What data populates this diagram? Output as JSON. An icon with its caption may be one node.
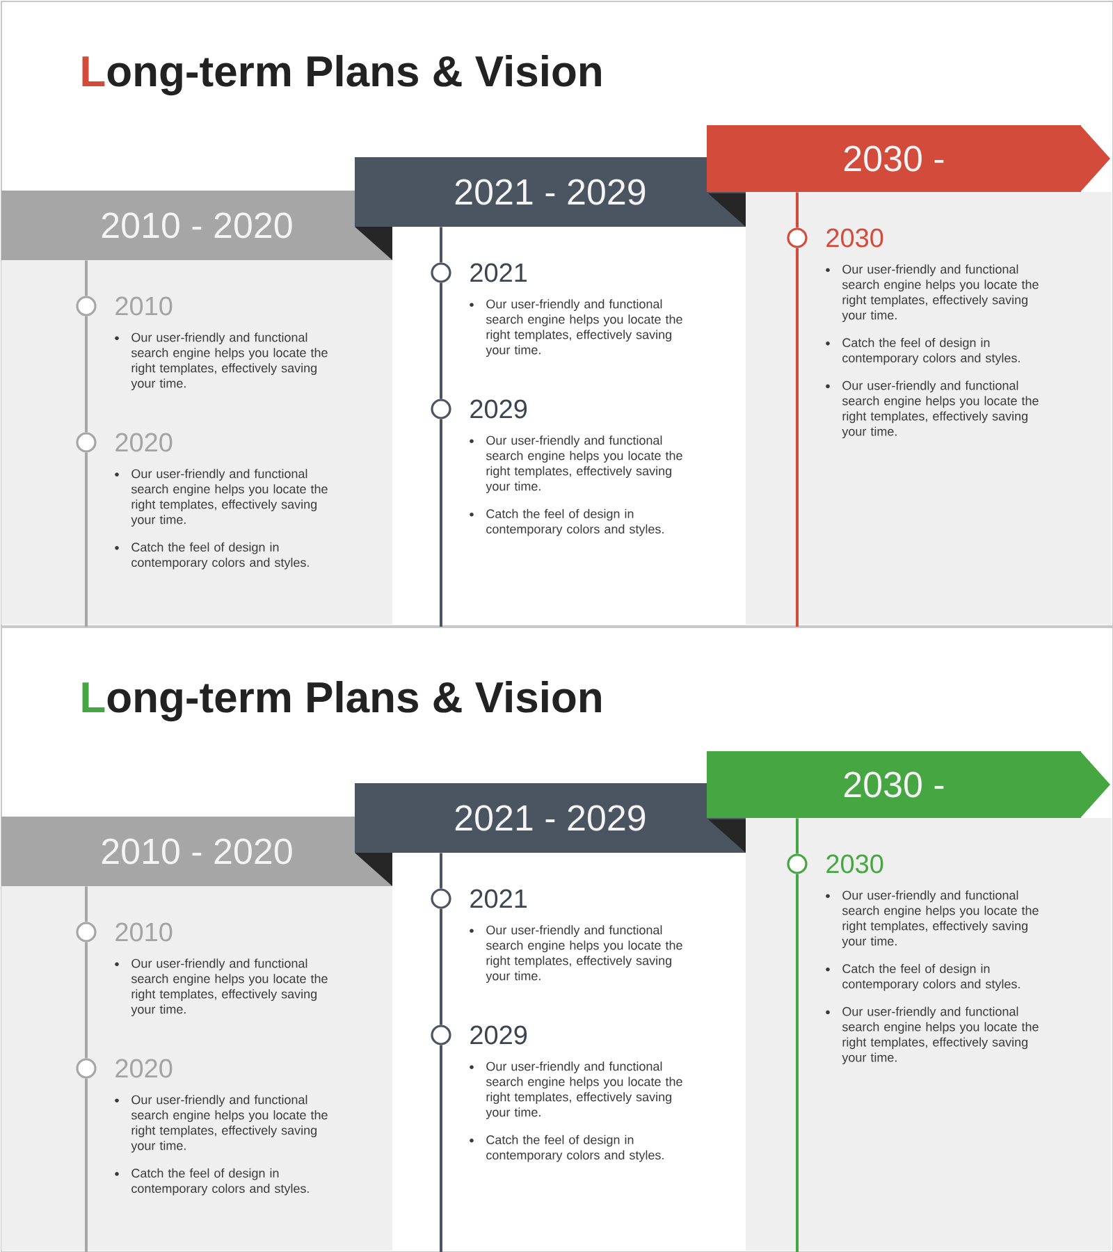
{
  "diagram": {
    "nodes": [
      {
        "text": [
          "Long-term Plans & Vision"
        ]
      },
      {
        "text": [
          "2010 - 2020"
        ],
        "in": 0
      },
      {
        "text": [],
        "shape": "circle",
        "in": 0,
        "beside": [
          "2010",
          "Our user-friendly and functional search engine helps you locate the right templates, effectively saving your time."
        ]
      },
      {
        "text": [],
        "shape": "circle",
        "in": 0,
        "beside": [
          "2020",
          "Our user-friendly and functional search engine helps you locate the right templates, effectively saving your time.",
          "Catch the feel of design in contemporary colors and styles."
        ]
      },
      {
        "text": [
          "2021 - 2029"
        ],
        "in": 0
      },
      {
        "text": [],
        "shape": "circle",
        "in": 0,
        "beside": [
          "2021",
          "Our user-friendly and functional search engine helps you locate the right templates, effectively saving your time."
        ]
      },
      {
        "text": [],
        "shape": "circle",
        "in": 0,
        "beside": [
          "2029",
          "Our user-friendly and functional search engine helps you locate the right templates, effectively saving your time.",
          "Catch the feel of design in contemporary colors and styles."
        ]
      },
      {
        "text": [
          "2030 -"
        ],
        "in": 0
      },
      {
        "text": [],
        "shape": "circle",
        "in": 0,
        "beside": [
          "2030",
          "Our user-friendly and functional search engine helps you locate the right templates, effectively saving your time.",
          "Catch the feel of design in contemporary colors and styles.",
          "Our user-friendly and functional search engine helps you locate the right templates, effectively saving your time."
        ]
      },
      {
        "text": [
          "Long-term Plans & Vision"
        ]
      },
      {
        "text": [
          "2010 - 2020"
        ],
        "in": 9
      },
      {
        "text": [],
        "shape": "circle",
        "in": 9,
        "beside": [
          "2010",
          "Our user-friendly and functional search engine helps you locate the right templates, effectively saving your time."
        ]
      },
      {
        "text": [],
        "shape": "circle",
        "in": 9,
        "beside": [
          "2020",
          "Our user-friendly and functional search engine helps you locate the right templates, effectively saving your time.",
          "Catch the feel of design in contemporary colors and styles."
        ]
      },
      {
        "text": [
          "2021 - 2029"
        ],
        "in": 9
      },
      {
        "text": [],
        "shape": "circle",
        "in": 9,
        "beside": [
          "2021",
          "Our user-friendly and functional search engine helps you locate the right templates, effectively saving your time."
        ]
      },
      {
        "text": [],
        "shape": "circle",
        "in": 9,
        "beside": [
          "2029",
          "Our user-friendly and functional search engine helps you locate the right templates, effectively saving your time.",
          "Catch the feel of design in contemporary colors and styles."
        ]
      },
      {
        "text": [
          "2030 -"
        ],
        "in": 9
      },
      {
        "text": [],
        "shape": "circle",
        "in": 9,
        "beside": [
          "2030",
          "Our user-friendly and functional search engine helps you locate the right templates, effectively saving your time.",
          "Catch the feel of design in contemporary colors and styles.",
          "Our user-friendly and functional search engine helps you locate the right templates, effectively saving your time."
        ]
      }
    ],
    "edges": [
      {
        "from": 1,
        "to": 2,
        "arrow": "none",
        "color": "#a6a6a6"
      },
      {
        "from": 2,
        "to": 3,
        "arrow": "none",
        "color": "#a6a6a6"
      },
      {
        "from": 3,
        "to": null,
        "arrow": "none",
        "color": "#a6a6a6"
      },
      {
        "from": 4,
        "to": 5,
        "arrow": "none",
        "color": "#4b5561"
      },
      {
        "from": 5,
        "to": 6,
        "arrow": "none",
        "color": "#4b5561"
      },
      {
        "from": 6,
        "to": null,
        "arrow": "none",
        "color": "#4b5561"
      },
      {
        "from": 7,
        "to": 8,
        "arrow": "none",
        "color": "#d34b3b"
      },
      {
        "from": 8,
        "to": null,
        "arrow": "none",
        "color": "#d34b3b"
      },
      {
        "from": 10,
        "to": 11,
        "arrow": "none",
        "color": "#a6a6a6"
      },
      {
        "from": 11,
        "to": 12,
        "arrow": "none",
        "color": "#a6a6a6"
      },
      {
        "from": 12,
        "to": null,
        "arrow": "none",
        "color": "#a6a6a6"
      },
      {
        "from": 13,
        "to": 14,
        "arrow": "none",
        "color": "#4b5561"
      },
      {
        "from": 14,
        "to": 15,
        "arrow": "none",
        "color": "#4b5561"
      },
      {
        "from": 15,
        "to": null,
        "arrow": "none",
        "color": "#4b5561"
      },
      {
        "from": 16,
        "to": 17,
        "arrow": "none",
        "color": "#46a642"
      },
      {
        "from": 17,
        "to": null,
        "arrow": "none",
        "color": "#46a642"
      }
    ]
  }
}
